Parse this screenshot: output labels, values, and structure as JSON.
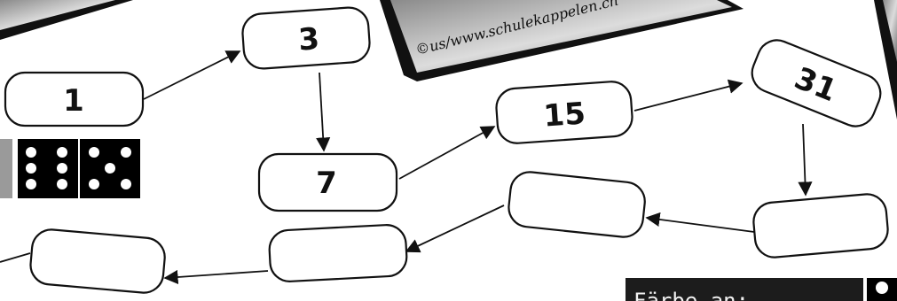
{
  "credit_text": "©us/www.schulekappelen.ch",
  "sequence": {
    "box_1": "1",
    "box_2": "3",
    "box_3": "7",
    "box_4": "15",
    "box_5": "31",
    "box_6": "",
    "box_7": "",
    "box_8": "",
    "box_9": ""
  },
  "dice": {
    "left_die_pips": 6,
    "right_die_pips": 5
  },
  "color_instruction": "Färbe an:",
  "colors": {
    "box_border": "#111111",
    "photo_strip": "#3a3a3a",
    "label_bg": "#1c1c1c"
  }
}
